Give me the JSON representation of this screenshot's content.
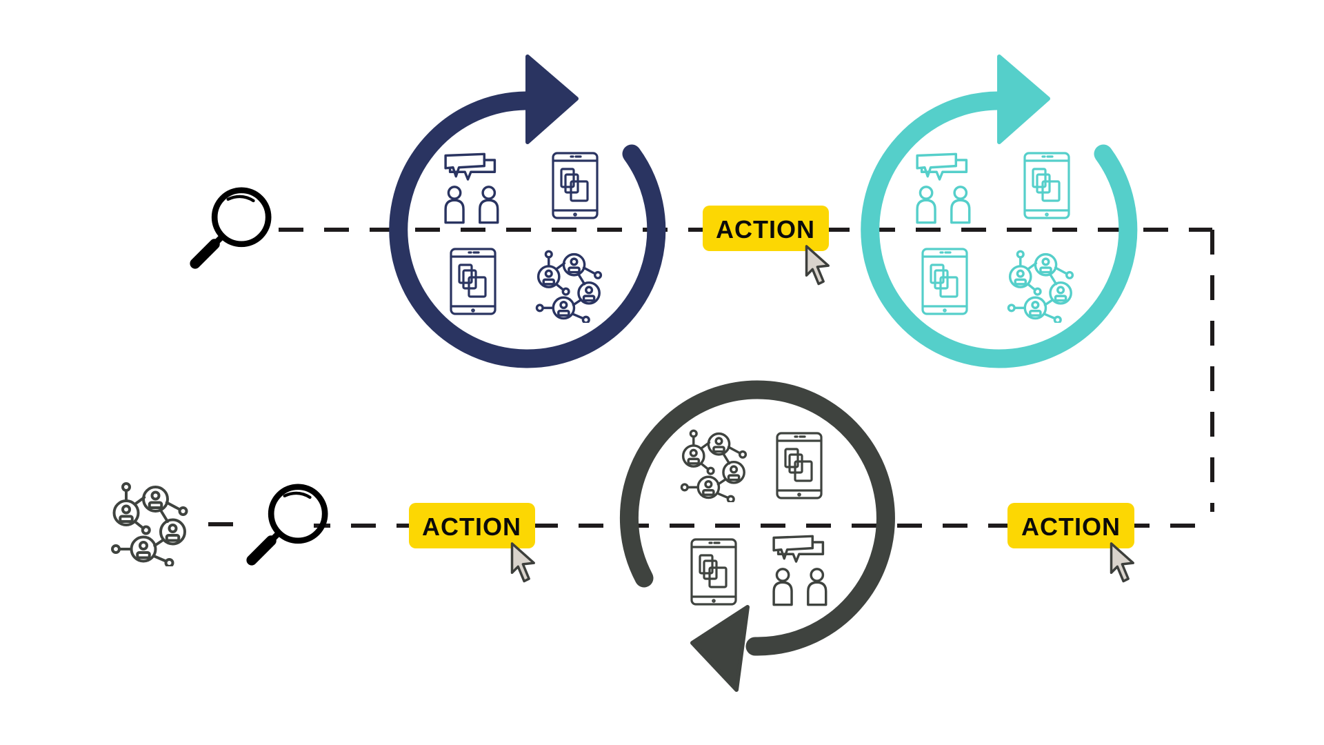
{
  "colors": {
    "loop_1": "#2a3461",
    "loop_2": "#55cfca",
    "loop_3": "#3f433f",
    "action_bg": "#fcd703",
    "line": "#1e1b1c"
  },
  "actions": [
    {
      "label": "ACTION"
    },
    {
      "label": "ACTION"
    },
    {
      "label": "ACTION"
    }
  ],
  "icons": [
    "magnifier-icon",
    "people-chat-icon",
    "phone-icon",
    "network-icon",
    "cursor-icon",
    "loop-arrow-icon"
  ]
}
